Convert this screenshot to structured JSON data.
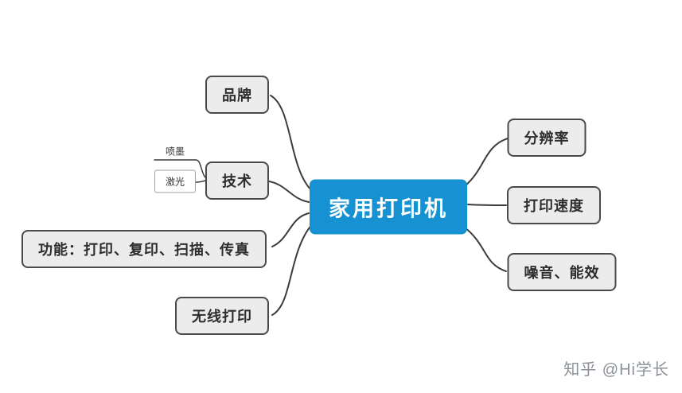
{
  "mindmap": {
    "root": {
      "label": "家用打印机"
    },
    "branches_left": [
      {
        "label": "品牌"
      },
      {
        "label": "技术",
        "children": [
          {
            "label": "喷墨"
          },
          {
            "label": "激光"
          }
        ]
      },
      {
        "label": "功能：打印、复印、扫描、传真"
      },
      {
        "label": "无线打印"
      }
    ],
    "branches_right": [
      {
        "label": "分辨率"
      },
      {
        "label": "打印速度"
      },
      {
        "label": "噪音、能效"
      }
    ]
  },
  "watermark": {
    "text": "知乎 @Hi学长"
  },
  "colors": {
    "root_bg": "#1691d1",
    "root_text": "#ffffff",
    "branch_bg": "#ececec",
    "branch_border": "#4a4a4a",
    "connector": "#3c3c3c",
    "watermark_text": "#8b9198"
  }
}
